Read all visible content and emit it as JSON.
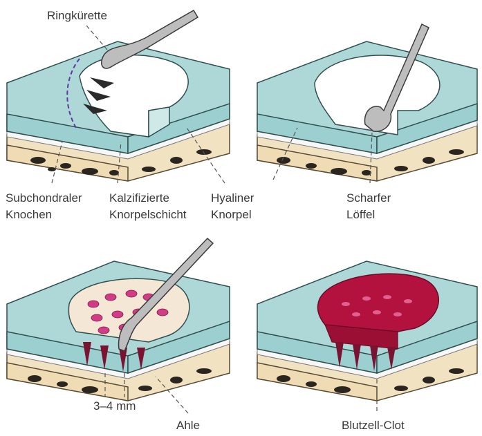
{
  "labels": {
    "ringkurette": "Ringkürette",
    "subchondral_1": "Subchondraler",
    "subchondral_2": "Knochen",
    "kalz_1": "Kalzifizierte",
    "kalz_2": "Knorpelschicht",
    "hyaliner_1": "Hyaliner",
    "hyaliner_2": "Knorpel",
    "scharfer_1": "Scharfer",
    "scharfer_2": "Löffel",
    "spacing": "3–4 mm",
    "ahle": "Ahle",
    "clot": "Blutzell-Clot"
  },
  "colors": {
    "cartilage": "#aed8d8",
    "bone": "#f1e2c2",
    "clot": "#b3123e",
    "perforation": "#d23b86"
  }
}
